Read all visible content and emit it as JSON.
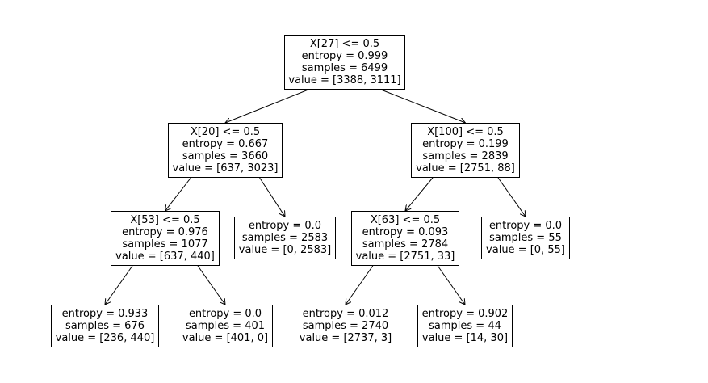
{
  "tree": {
    "nodes": {
      "n0": {
        "lines": [
          "X[27] <= 0.5",
          "entropy = 0.999",
          "samples = 6499",
          "value = [3388, 3111]"
        ]
      },
      "n1": {
        "lines": [
          "X[20] <= 0.5",
          "entropy = 0.667",
          "samples = 3660",
          "value = [637, 3023]"
        ]
      },
      "n2": {
        "lines": [
          "X[100] <= 0.5",
          "entropy = 0.199",
          "samples = 2839",
          "value = [2751, 88]"
        ]
      },
      "n3": {
        "lines": [
          "X[53] <= 0.5",
          "entropy = 0.976",
          "samples = 1077",
          "value = [637, 440]"
        ]
      },
      "n4": {
        "lines": [
          "entropy = 0.0",
          "samples = 2583",
          "value = [0, 2583]"
        ]
      },
      "n5": {
        "lines": [
          "X[63] <= 0.5",
          "entropy = 0.093",
          "samples = 2784",
          "value = [2751, 33]"
        ]
      },
      "n6": {
        "lines": [
          "entropy = 0.0",
          "samples = 55",
          "value = [0, 55]"
        ]
      },
      "n7": {
        "lines": [
          "entropy = 0.933",
          "samples = 676",
          "value = [236, 440]"
        ]
      },
      "n8": {
        "lines": [
          "entropy = 0.0",
          "samples = 401",
          "value = [401, 0]"
        ]
      },
      "n9": {
        "lines": [
          "entropy = 0.012",
          "samples = 2740",
          "value = [2737, 3]"
        ]
      },
      "n10": {
        "lines": [
          "entropy = 0.902",
          "samples = 44",
          "value = [14, 30]"
        ]
      }
    },
    "edges": [
      [
        "n0",
        "n1"
      ],
      [
        "n0",
        "n2"
      ],
      [
        "n1",
        "n3"
      ],
      [
        "n1",
        "n4"
      ],
      [
        "n2",
        "n5"
      ],
      [
        "n2",
        "n6"
      ],
      [
        "n3",
        "n7"
      ],
      [
        "n3",
        "n8"
      ],
      [
        "n5",
        "n9"
      ],
      [
        "n5",
        "n10"
      ]
    ]
  }
}
